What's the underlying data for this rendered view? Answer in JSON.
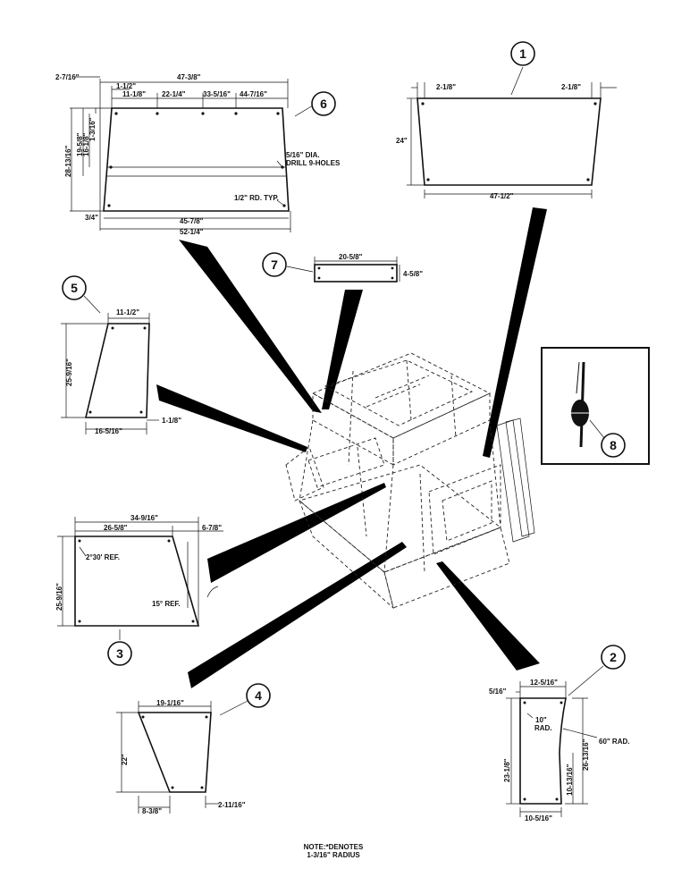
{
  "callouts": [
    "1",
    "2",
    "3",
    "4",
    "5",
    "6",
    "7",
    "8"
  ],
  "panel6": {
    "d_2_7_16": "2-7/16\"",
    "d_47_3_8": "47-3/8\"",
    "d_1_1_2": "1-1/2\"",
    "d_11_1_8": "11-1/8\"",
    "d_22_1_4": "22-1/4\"",
    "d_33_5_16": "33-5/16\"",
    "d_44_7_16": "44-7/16\"",
    "d_28_13_16": "28-13/16\"",
    "d_19_5_8": "19-5/8\"",
    "d_16_1_8": "16-1/8\"",
    "d_1_3_16": "1-3/16\"",
    "d_3_4": "3/4\"",
    "d_45_7_8": "45-7/8\"",
    "d_52_1_4": "52-1/4\"",
    "note_dia": "5/16\" DIA.",
    "note_drill": "DRILL 9-HOLES",
    "note_rd": "1/2\" RD. TYP."
  },
  "panel1": {
    "d_left": "2-1/8\"",
    "d_right": "2-1/8\"",
    "d_height": "24\"",
    "d_width": "47-1/2\""
  },
  "panel7": {
    "d_width": "20-5/8\"",
    "d_height": "4-5/8\""
  },
  "panel5": {
    "d_top": "11-1/2\"",
    "d_height": "25-9/16\"",
    "d_bottom": "16-5/16\"",
    "d_offset": "1-1/8\""
  },
  "panel3": {
    "d_total": "34-9/16\"",
    "d_top": "26-5/8\"",
    "d_offset": "6-7/8\"",
    "d_height": "25-9/16\"",
    "angle_a": "2°30' REF.",
    "angle_b": "15° REF."
  },
  "panel4": {
    "d_top": "19-1/16\"",
    "d_height": "22\"",
    "d_bottom": "8-3/8\"",
    "d_offset": "2-11/16\""
  },
  "panel2": {
    "d_top": "12-5/16\"",
    "d_offset": "5/16\"",
    "rad_small_a": "10\"",
    "rad_small_b": "RAD.",
    "rad_large": "60\" RAD.",
    "d_height": "23-1/8\"",
    "d_height_right": "26-13/16\"",
    "d_lower": "10-13/16\"",
    "d_bottom": "10-5/16\""
  },
  "footnote": {
    "line1": "NOTE:*DENOTES",
    "line2": "1-3/16\" RADIUS"
  }
}
